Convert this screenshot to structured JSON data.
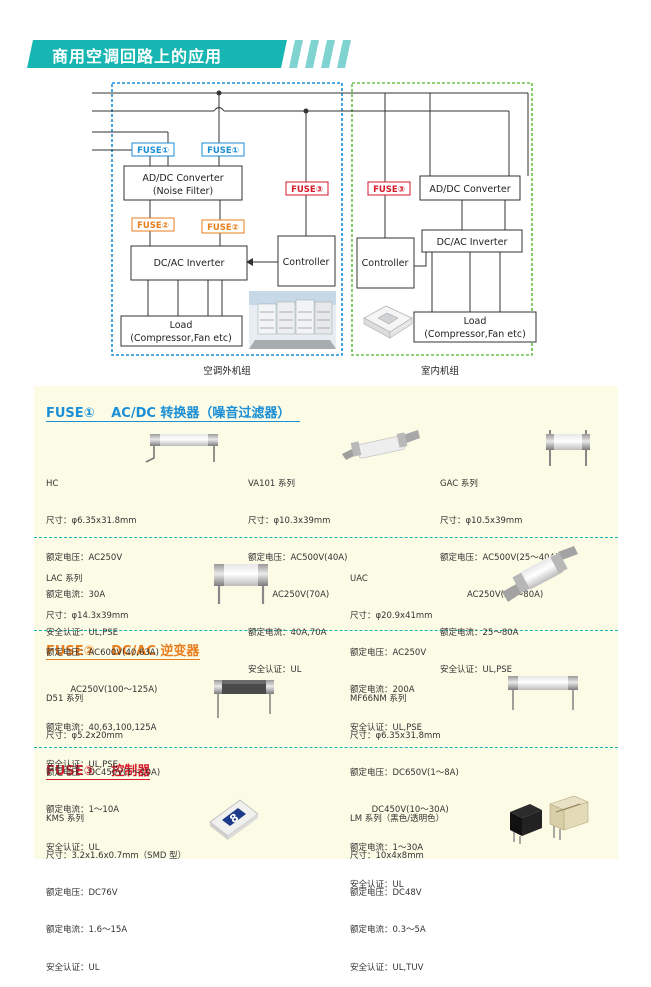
{
  "title": "商用空调回路上的应用",
  "diagram": {
    "outdoor_caption": "空调外机组",
    "indoor_caption": "室内机组",
    "fuse1_label": "FUSE①",
    "fuse2_label": "FUSE②",
    "fuse3_label": "FUSE③",
    "adc_noise_line1": "AD/DC Converter",
    "adc_noise_line2": "(Noise Filter)",
    "dcac_inverter": "DC/AC Inverter",
    "controller": "Controller",
    "load_line1": "Load",
    "load_line2": "(Compressor,Fan etc)",
    "adc_converter": "AD/DC Converter"
  },
  "sections": [
    {
      "fuse_label": "FUSE①",
      "title": "AC/DC 转换器（噪音过滤器）",
      "color": "#1a8fd6",
      "products": [
        {
          "name": "HC",
          "specs": [
            "尺寸：φ6.35x31.8mm",
            "额定电压：AC250V",
            "额定电流：30A",
            "安全认证：UL,PSE"
          ]
        },
        {
          "name": "VA101 系列",
          "specs": [
            "尺寸：φ10.3x39mm",
            "额定电压：AC500V(40A)",
            "         AC250V(70A)",
            "额定电流：40A,70A",
            "安全认证：UL"
          ]
        },
        {
          "name": "GAC 系列",
          "specs": [
            "尺寸：φ10.5x39mm",
            "额定电压：AC500V(25～40A)",
            "          AC250V(50～80A)",
            "额定电流：25～80A",
            "安全认证：UL,PSE"
          ]
        },
        {
          "name": "LAC 系列",
          "specs": [
            "尺寸：φ14.3x39mm",
            "额定电压：AC600V(40,63A)",
            "         AC250V(100～125A)",
            "额定电流：40,63,100,125A",
            "安全认证：UL,PSE"
          ]
        },
        {
          "name": "UAC",
          "specs": [
            "尺寸：φ20.9x41mm",
            "额定电压：AC250V",
            "额定电流：200A",
            "安全认证：UL,PSE"
          ]
        }
      ]
    },
    {
      "fuse_label": "FUSE②",
      "title": "DC/AC 逆变器",
      "color": "#e87e1e",
      "products": [
        {
          "name": "D51 系列",
          "specs": [
            "尺寸：φ5.2x20mm",
            "额定电压：DC450V(1～10A)",
            "额定电流：1～10A",
            "安全认证：UL"
          ]
        },
        {
          "name": "MF66NM 系列",
          "specs": [
            "尺寸：φ6.35x31.8mm",
            "额定电压：DC650V(1～8A)",
            "        DC450V(10～30A)",
            "额定电流：1～30A",
            "安全认证：UL"
          ]
        }
      ]
    },
    {
      "fuse_label": "FUSE③",
      "title": "控制器",
      "color": "#d41a2a",
      "products": [
        {
          "name": "KMS 系列",
          "specs": [
            "尺寸：3.2x1.6x0.7mm（SMD 型）",
            "额定电压：DC76V",
            "额定电流：1.6～15A",
            "安全认证：UL"
          ]
        },
        {
          "name": "LM 系列（黑色/透明色）",
          "specs": [
            "尺寸：10x4x8mm",
            "额定电压：DC48V",
            "额定电流：0.3～5A",
            "安全认证：UL,TUV"
          ]
        }
      ]
    }
  ],
  "kms_marking": "8"
}
